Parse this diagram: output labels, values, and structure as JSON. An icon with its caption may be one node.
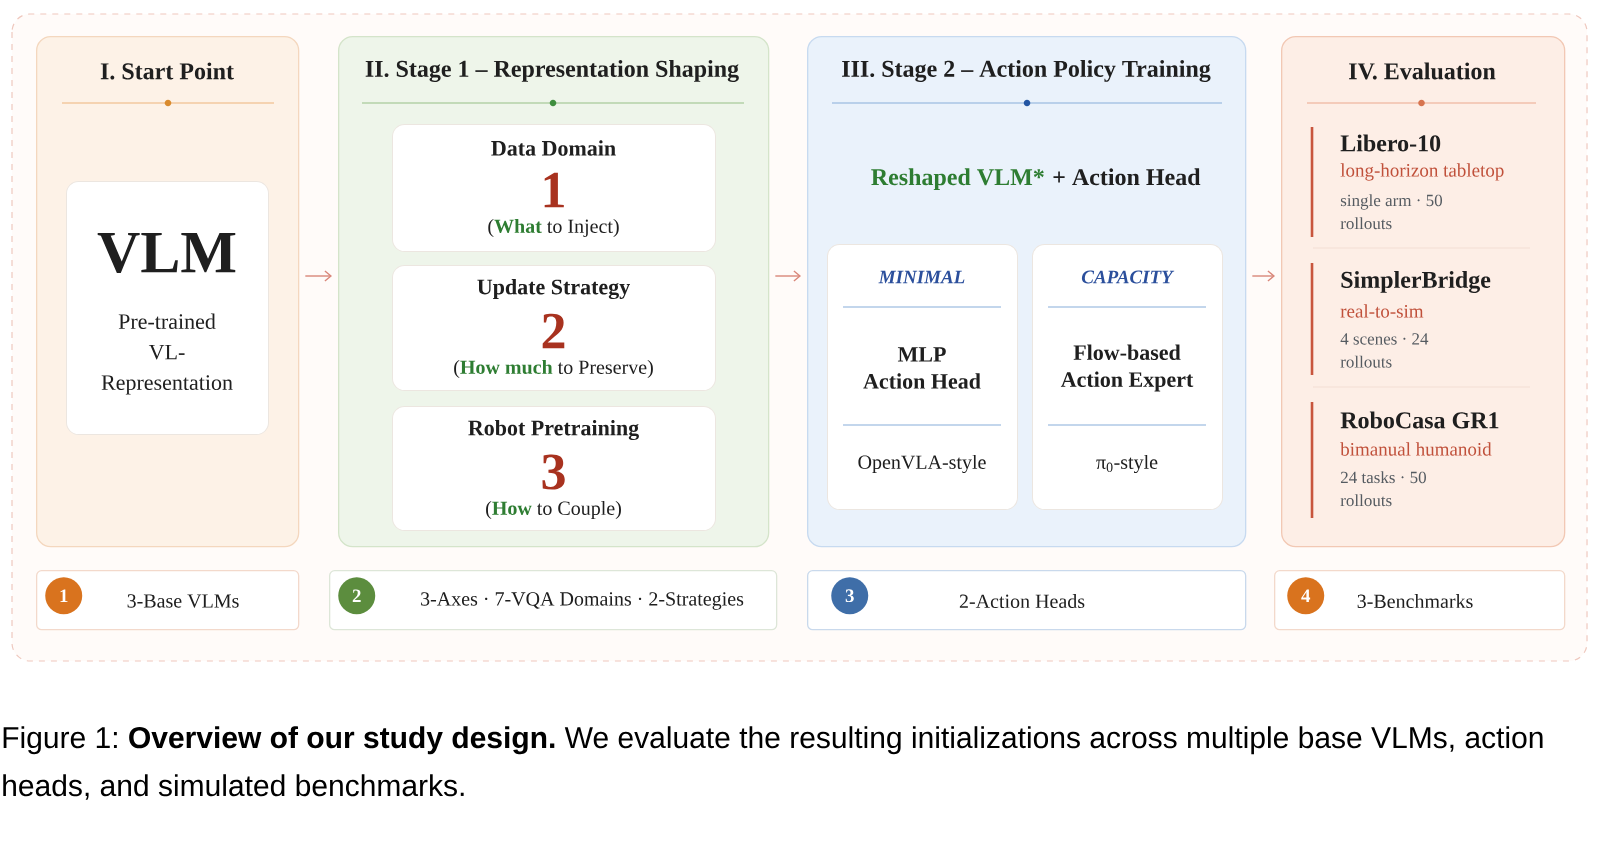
{
  "diagram": {
    "nodes": [
      {
        "text": [
          "I. Start Point"
        ]
      },
      {
        "text": [
          "VLM",
          "Pre-trained VL- Representation"
        ],
        "in": 0
      },
      {
        "text": [
          "II. Stage 1 – Representation Shaping"
        ]
      },
      {
        "text": [
          "Data Domain",
          "1",
          "(**What** to Inject)"
        ],
        "in": 2
      },
      {
        "text": [
          "Update Strategy",
          "2",
          "(**How much** to Preserve)"
        ],
        "in": 2
      },
      {
        "text": [
          "Robot Pretraining",
          "3",
          "(**How** to Couple)"
        ],
        "in": 2
      },
      {
        "text": [
          "III. Stage 2 – Action Policy Training",
          "Reshaped VLM*",
          "+ Action Head"
        ]
      },
      {
        "text": [
          "MINIMAL",
          "MLP Action Head",
          "OpenVLA-style"
        ],
        "in": 6
      },
      {
        "text": [
          "CAPACITY",
          "Flow-based Action Expert",
          "π$_{0}$-style"
        ],
        "in": 6
      },
      {
        "text": [
          "IV. Evaluation",
          "Libero-10",
          "long-horizon tabletop",
          "single arm · 50 rollouts",
          "SimplerBridge",
          "real-to-sim",
          "4 scenes · 24 rollouts",
          "RoboCasa GR1",
          "bimanual humanoid",
          "24 tasks · 50 rollouts"
        ]
      },
      {
        "text": [
          "3-Base VLMs"
        ]
      },
      {
        "text": [
          "1"
        ],
        "in": 10
      },
      {
        "text": [
          "3-Axes · 7-VQA Domains · 2-Strategies"
        ]
      },
      {
        "text": [
          "2"
        ],
        "in": 12
      },
      {
        "text": [
          "2-Action Heads"
        ]
      },
      {
        "text": [
          "3"
        ],
        "in": 14
      },
      {
        "text": [
          "3-Benchmarks"
        ]
      },
      {
        "text": [
          "4"
        ],
        "in": 16
      }
    ],
    "edges": [
      {
        "from": 0,
        "to": 2,
        "arrow": "to"
      },
      {
        "from": 2,
        "to": 6,
        "arrow": "to"
      },
      {
        "from": 6,
        "to": 9,
        "arrow": "to"
      }
    ],
    "caption": "Figure 1: **Overview of our study design.** We evaluate the resulting initializations across multiple base VLMs, action heads, and simulated benchmarks."
  }
}
